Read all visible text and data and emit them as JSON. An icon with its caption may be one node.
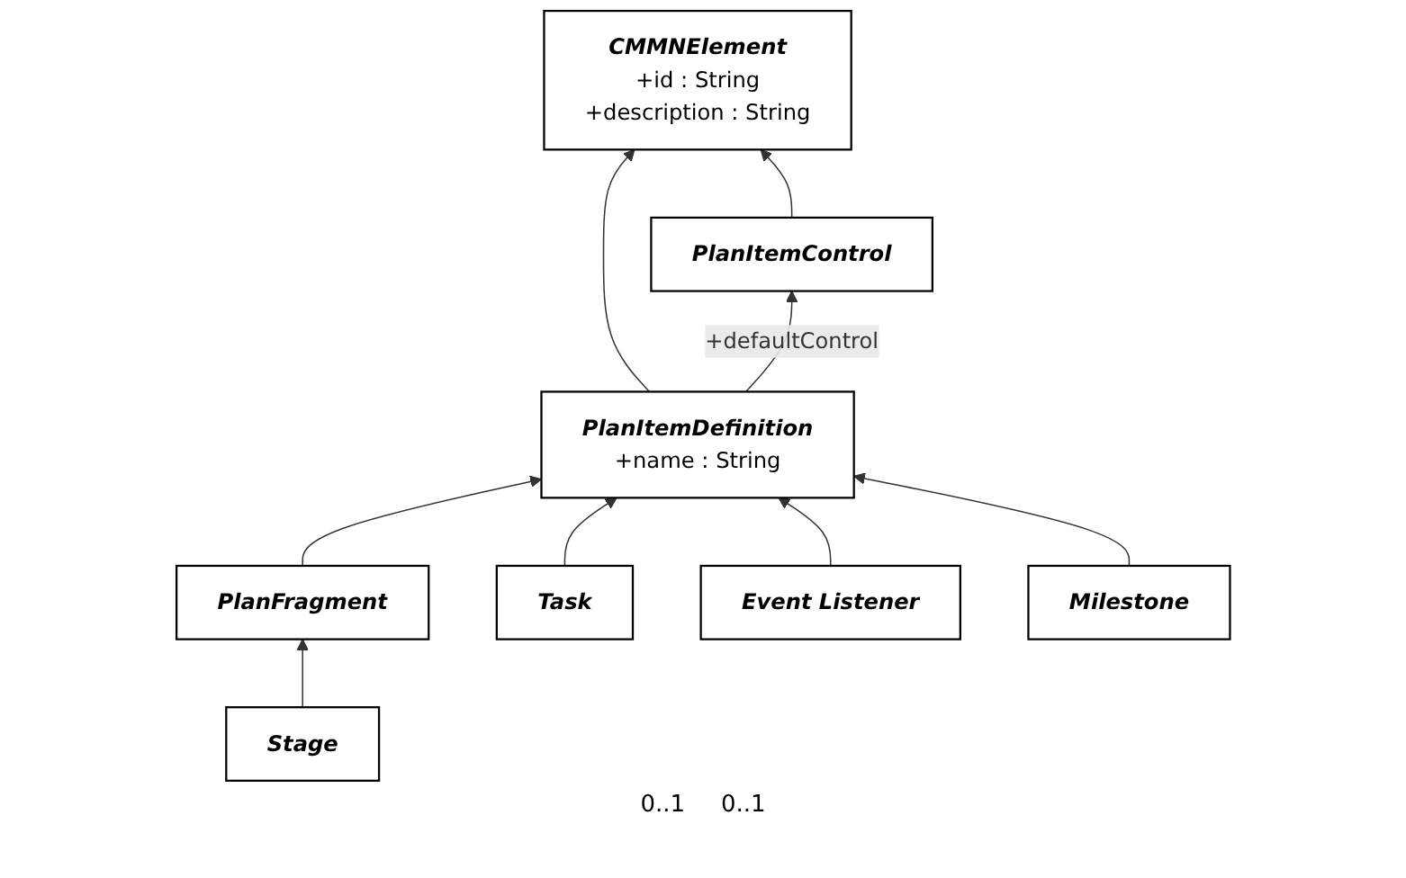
{
  "diagram": {
    "nodes": [
      {
        "text": [
          "CMMNElement",
          "+id : String",
          "+description : String"
        ]
      },
      {
        "text": [
          "PlanItemDefinition",
          "+name : String"
        ]
      },
      {
        "text": [
          "PlanItemControl"
        ]
      },
      {
        "text": [
          "PlanFragment"
        ]
      },
      {
        "text": [
          "Task"
        ]
      },
      {
        "text": [
          "Event Listener"
        ]
      },
      {
        "text": [
          "Milestone"
        ]
      },
      {
        "text": [
          "Stage"
        ]
      }
    ],
    "edges": [
      {
        "from": 1,
        "to": 0,
        "arrow": "to"
      },
      {
        "from": 2,
        "to": 0,
        "arrow": "to"
      },
      {
        "from": 1,
        "to": 2,
        "arrow": "to",
        "label": "+defaultControl"
      },
      {
        "from": 3,
        "to": 1,
        "arrow": "to"
      },
      {
        "from": 4,
        "to": 1,
        "arrow": "to"
      },
      {
        "from": 5,
        "to": 1,
        "arrow": "to"
      },
      {
        "from": 6,
        "to": 1,
        "arrow": "to"
      },
      {
        "from": 7,
        "to": 3,
        "arrow": "to"
      }
    ],
    "labels": [
      "0..1",
      "0..1"
    ]
  }
}
